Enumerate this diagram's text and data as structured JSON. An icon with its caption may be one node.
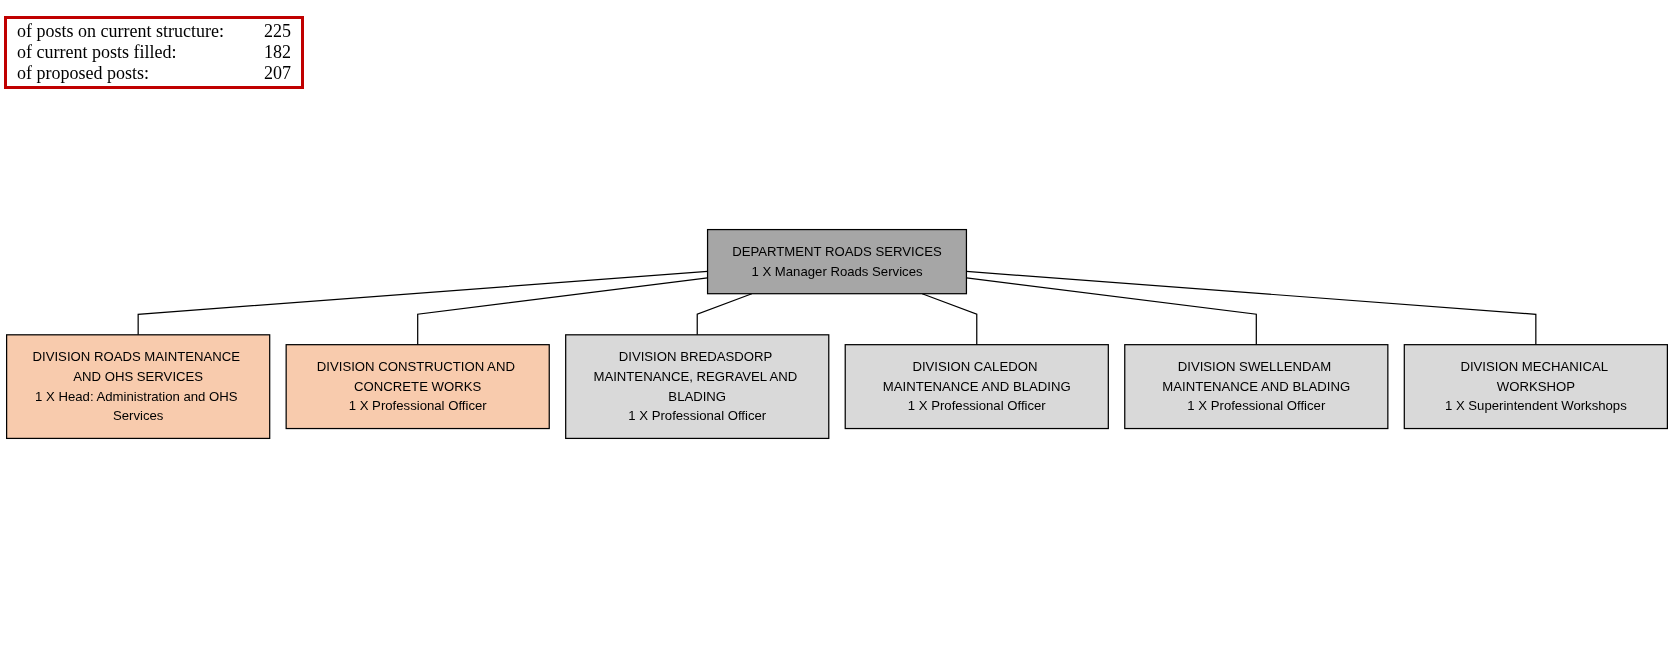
{
  "diagram": {
    "nodes": [
      {
        "text": [
          "DEPARTMENT ROADS SERVICES",
          "1 X Manager Roads Services"
        ]
      },
      {
        "text": [
          "DIVISION ROADS MAINTENANCE AND OHS SERVICES",
          "1 X Head: Administration and OHS Services"
        ]
      },
      {
        "text": [
          "DIVISION CONSTRUCTION AND CONCRETE WORKS",
          "1 X Professional Officer"
        ]
      },
      {
        "text": [
          "DIVISION BREDASDORP MAINTENANCE, REGRAVEL AND BLADING",
          "1 X Professional Officer"
        ]
      },
      {
        "text": [
          "DIVISION CALEDON MAINTENANCE AND BLADING",
          "1 X Professional Officer"
        ]
      },
      {
        "text": [
          "DIVISION SWELLENDAM MAINTENANCE AND BLADING",
          "1 X Professional Officer"
        ]
      },
      {
        "text": [
          "DIVISION MECHANICAL WORKSHOP",
          "1 X Superintendent Workshops"
        ]
      }
    ],
    "edges": [
      {
        "from": 0,
        "to": 1,
        "arrow": "none"
      },
      {
        "from": 0,
        "to": 2,
        "arrow": "none"
      },
      {
        "from": 0,
        "to": 3,
        "arrow": "none"
      },
      {
        "from": 0,
        "to": 4,
        "arrow": "none"
      },
      {
        "from": 0,
        "to": 5,
        "arrow": "none"
      },
      {
        "from": 0,
        "to": 6,
        "arrow": "none"
      }
    ],
    "labels": [
      "of posts on current structure:",
      "225",
      "of current posts filled:",
      "182",
      "of proposed posts:",
      "207"
    ]
  }
}
